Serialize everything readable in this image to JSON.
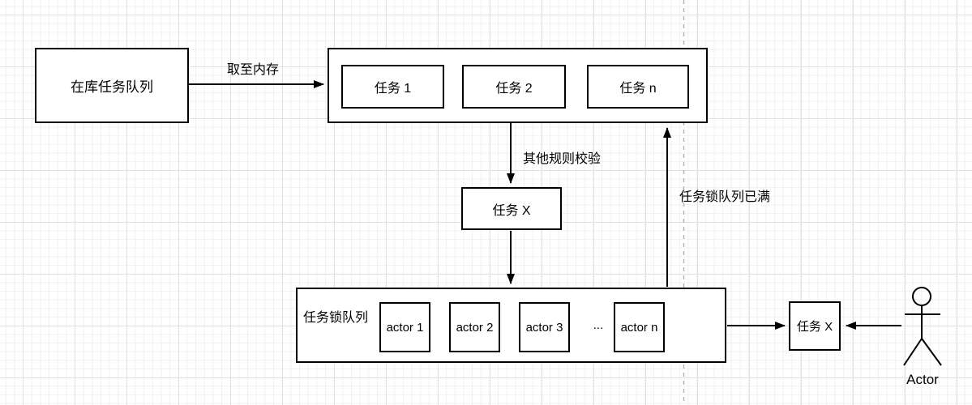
{
  "diagram": {
    "left_box": {
      "label": "在库任务队列"
    },
    "memory_queue": {
      "tasks": [
        {
          "label": "任务 1"
        },
        {
          "label": "任务 2"
        },
        {
          "label": "任务 n"
        }
      ]
    },
    "task_x_mid": {
      "label": "任务 X"
    },
    "lock_queue": {
      "label": "任务锁队列",
      "actors": [
        {
          "label": "actor 1"
        },
        {
          "label": "actor 2"
        },
        {
          "label": "actor 3"
        },
        {
          "label": "actor n"
        }
      ],
      "ellipsis": "..."
    },
    "task_x_right": {
      "label": "任务 X"
    },
    "actor": {
      "label": "Actor"
    },
    "edge_labels": {
      "fetch_to_memory": "取至内存",
      "other_rules_check": "其他规则校验",
      "lock_queue_full": "任务锁队列已满"
    }
  },
  "colors": {
    "stroke": "#000000",
    "dashed_guide_line": "#b4b4b4",
    "background": "#ffffff"
  }
}
